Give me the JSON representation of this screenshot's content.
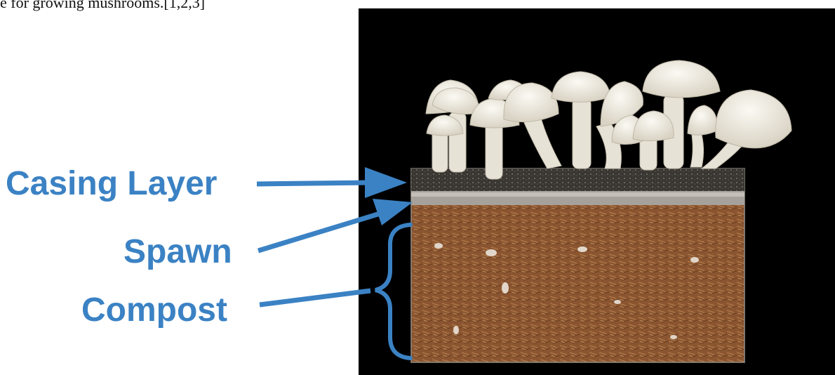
{
  "caption": "e for growing mushrooms.[1,2,3]",
  "labels": {
    "casing_layer": "Casing Layer",
    "spawn": "Spawn",
    "compost": "Compost"
  },
  "colors": {
    "label": "#3b82c4",
    "background": "#000000",
    "compost": "#8a5530",
    "casing": "#3a3632",
    "mushroom": "#eeeae0"
  }
}
